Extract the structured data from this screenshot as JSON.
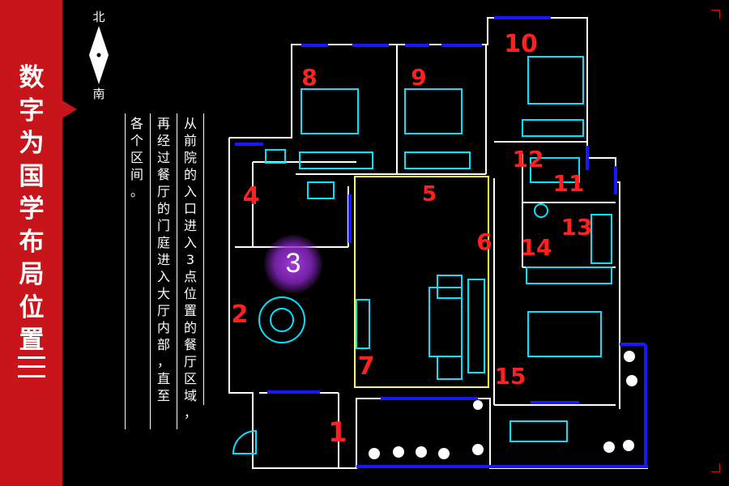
{
  "sidebar": {
    "title": "数字为国学布局位置",
    "title_chars": [
      "数",
      "字",
      "为",
      "国",
      "学",
      "布",
      "局",
      "位",
      "置"
    ],
    "equiv_icon": "triple-bar-icon"
  },
  "compass": {
    "north": "北",
    "south": "南"
  },
  "description": {
    "columns": [
      [
        "从",
        "前",
        "院",
        "的",
        "入",
        "口",
        "进",
        "入",
        "3",
        "点",
        "位",
        "置",
        "的",
        "餐",
        "厅",
        "区",
        "域",
        "，"
      ],
      [
        "再",
        "经",
        "过",
        "餐",
        "厅",
        "的",
        "门",
        "庭",
        "进",
        "入",
        "大",
        "厅",
        "内",
        "部",
        "，",
        "直",
        "至"
      ],
      [
        "各",
        "个",
        "区",
        "间",
        "。"
      ]
    ]
  },
  "rooms": {
    "labels": [
      "1",
      "2",
      "3",
      "4",
      "5",
      "6",
      "7",
      "8",
      "9",
      "10",
      "11",
      "12",
      "13",
      "14",
      "15"
    ]
  },
  "colors": {
    "accent_red": "#c8141b",
    "wall_white": "#ffffff",
    "wall_blue": "#1818ff",
    "furniture_cyan": "#00e5ff",
    "number_red": "#ff2020",
    "marker_purple": "#9b3bd6",
    "living_outline_yellow": "#ffff33"
  }
}
